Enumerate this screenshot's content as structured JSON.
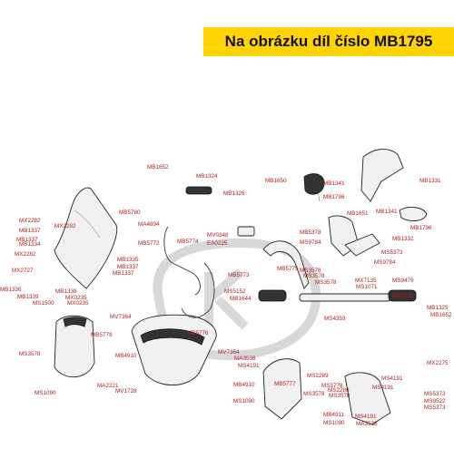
{
  "banner": {
    "text": "Na obrázku díl číslo MB1795"
  },
  "labels": [
    "MB1652",
    "MB1324",
    "MB1326",
    "MB1650",
    "MB1341",
    "MB1796",
    "MB1331",
    "MB5780",
    "MX2282",
    "MB1337",
    "MB1337",
    "MX2282",
    "MB1334",
    "MX2282",
    "MA4894",
    "MB5772",
    "MB5774",
    "MV0348",
    "EA0225",
    "MB1651",
    "MB1341",
    "MB5378",
    "MS9784",
    "MB1796",
    "MB1332",
    "MS5373",
    "MS9784",
    "MB1335",
    "MB1337",
    "MB1337",
    "MX2727",
    "MB5775",
    "MS3578",
    "MS3578",
    "MB5773",
    "MX7135",
    "MS9479",
    "MS3578",
    "MB1336",
    "MB1338",
    "MB1339",
    "MX0235",
    "MS1500",
    "MX0235",
    "MS5152",
    "MB1644",
    "MS1071",
    "MB1328",
    "MB1325",
    "MB1652",
    "MB5779",
    "MV7364",
    "MB5776",
    "MS4359",
    "MB4910",
    "MV7364",
    "MA3538",
    "MS4191",
    "MS3578",
    "MB5777",
    "MS2289",
    "MS2289",
    "MS5778",
    "MS4191",
    "MS4191",
    "MX2275",
    "MB4910",
    "MS1090",
    "MS3578",
    "MA2221",
    "MV1728",
    "MS1090",
    "MB4911",
    "MS5373",
    "MS9522",
    "MS1090",
    "MS4191",
    "MA3538",
    "MS5373",
    "MS3578"
  ]
}
